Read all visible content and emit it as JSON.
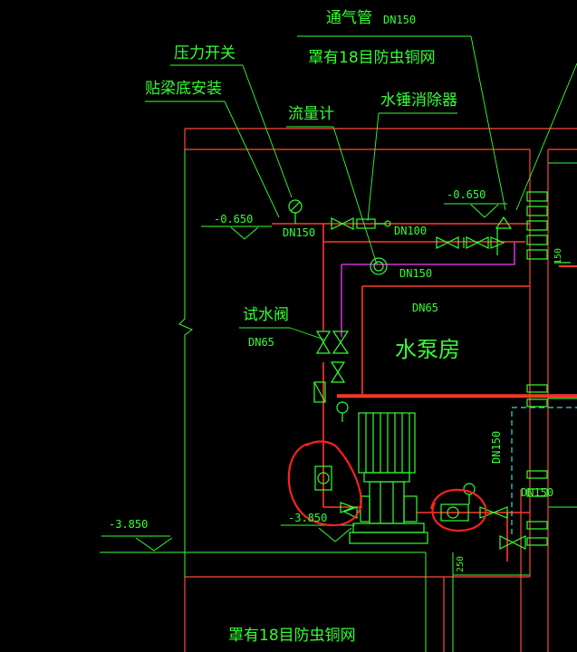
{
  "labels": {
    "vent_pipe": "通气管",
    "vent_dn": "DN150",
    "mesh_top": "罩有18目防虫铜网",
    "pressure_switch": "压力开关",
    "beam_mount": "贴梁底安装",
    "flowmeter": "流量计",
    "hammer_arrester": "水锤消除器",
    "elev_left": "-0.650",
    "elev_right": "-0.650",
    "dn150_a": "DN150",
    "dn100": "DN100",
    "dn150_b": "DN150",
    "dn65_a": "DN65",
    "test_valve": "试水阀",
    "dn65_b": "DN65",
    "pump_room": "水泵房",
    "dn150_vert": "DN150",
    "dn150_c": "DN150",
    "dim_150": "150",
    "dim_250": "250",
    "elev_floor": "-3.850",
    "elev_pump": "-3.850",
    "mesh_bottom": "罩有18目防虫铜网"
  },
  "colors": {
    "background": "#000000",
    "annotation": "#33ff33",
    "wall": "#ff4a3a",
    "pipe": "#ff3a2a",
    "secondary_pipe": "#cc33cc",
    "dashed_boundary": "#33dddd",
    "highlight_circle": "#ff2020",
    "equipment": "#33ff33"
  }
}
